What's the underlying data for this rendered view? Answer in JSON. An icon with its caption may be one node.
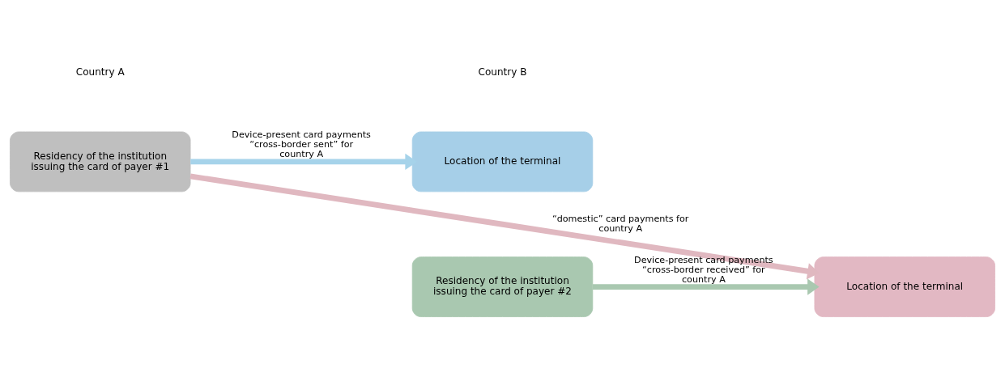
{
  "diagram": {
    "nodes": [
      {
        "text": [
          "Residency of the institution issuing the card of payer #1"
        ]
      },
      {
        "text": [
          "Location of the terminal"
        ]
      },
      {
        "text": [
          "Location of the terminal"
        ]
      },
      {
        "text": [
          "Residency of the institution issuing the card of payer #2"
        ]
      }
    ],
    "edges": [
      {
        "from": 0,
        "to": 1,
        "arrow": "to",
        "label": "Device-present card payments “cross-border sent” for country A",
        "color": "#a6d3ea"
      },
      {
        "from": 0,
        "to": 2,
        "arrow": "to",
        "label": "“domestic” card payments for country A",
        "color": "#e0b8c0"
      },
      {
        "from": 3,
        "to": 2,
        "arrow": "to",
        "label": "Device-present card payments “cross-border received” for country A",
        "color": "#a9c8b0"
      }
    ],
    "labels": [
      "Country A",
      "Country B"
    ]
  }
}
